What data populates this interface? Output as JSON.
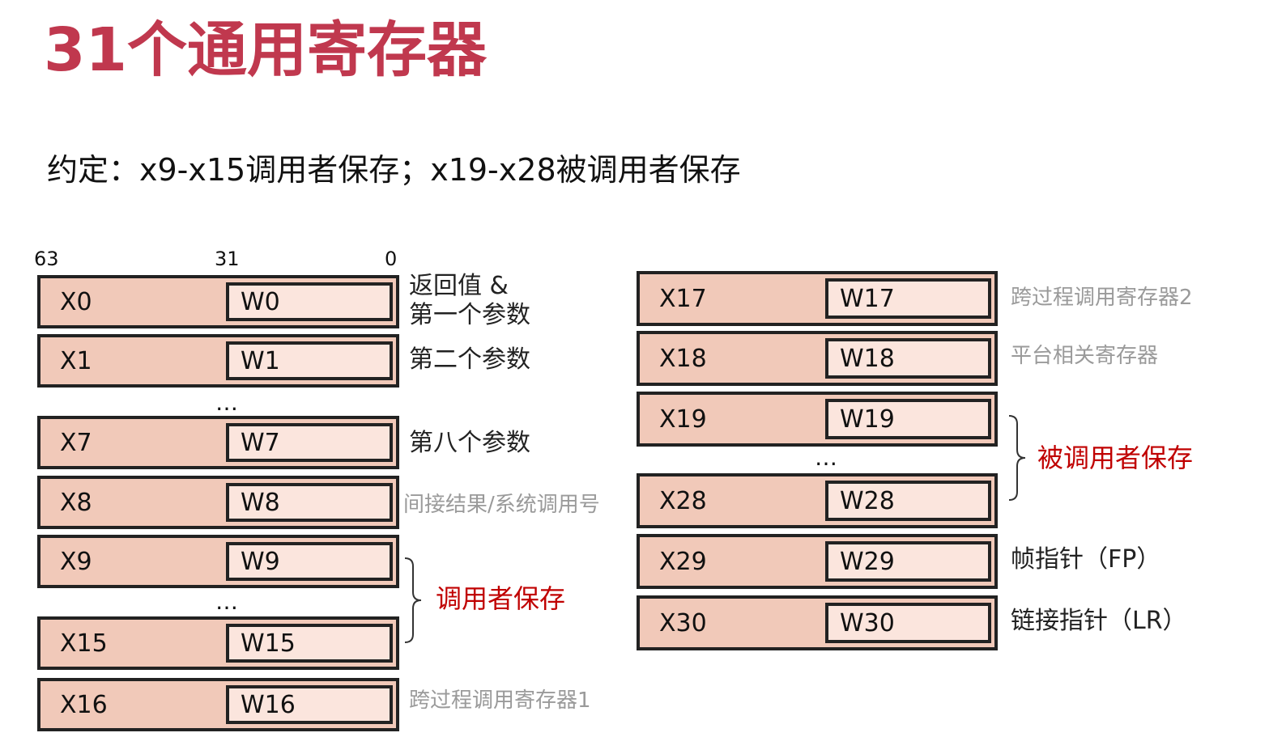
{
  "title": "31个通用寄存器",
  "subtitle": "约定：x9-x15调用者保存；x19-x28被调用者保存",
  "bit_labels": {
    "b63": "63",
    "b31": "31",
    "b0": "0"
  },
  "colors": {
    "title": "#c0384e",
    "register_fill": "#f1c9b9",
    "inner_fill": "#fbe5dd",
    "red_label": "#c00000",
    "gray_label": "#9a9a9a"
  },
  "left_registers": [
    {
      "x": "X0",
      "w": "W0"
    },
    {
      "x": "X1",
      "w": "W1"
    },
    {
      "x": "X7",
      "w": "W7"
    },
    {
      "x": "X8",
      "w": "W8"
    },
    {
      "x": "X9",
      "w": "W9"
    },
    {
      "x": "X15",
      "w": "W15"
    },
    {
      "x": "X16",
      "w": "W16"
    }
  ],
  "right_registers": [
    {
      "x": "X17",
      "w": "W17"
    },
    {
      "x": "X18",
      "w": "W18"
    },
    {
      "x": "X19",
      "w": "W19"
    },
    {
      "x": "X28",
      "w": "W28"
    },
    {
      "x": "X29",
      "w": "W29"
    },
    {
      "x": "X30",
      "w": "W30"
    }
  ],
  "ellipsis": "…",
  "left_labels": {
    "x0_line1": "返回值 &",
    "x0_line2": "第一个参数",
    "x1": "第二个参数",
    "x7": "第八个参数",
    "x8": "间接结果/系统调用号",
    "caller_saved": "调用者保存",
    "x16": "跨过程调用寄存器1"
  },
  "right_labels": {
    "x17": "跨过程调用寄存器2",
    "x18": "平台相关寄存器",
    "callee_saved": "被调用者保存",
    "x29": "帧指针（FP）",
    "x30": "链接指针（LR）"
  }
}
